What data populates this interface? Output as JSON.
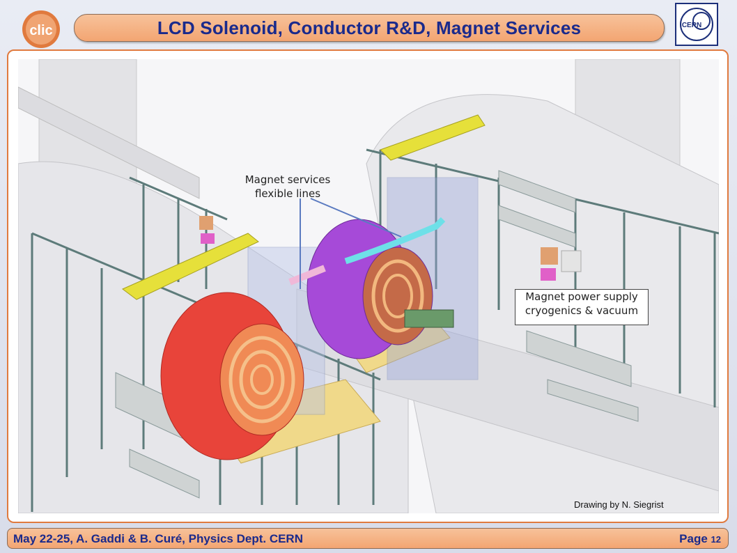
{
  "header": {
    "title": "LCD Solenoid, Conductor R&D, Magnet Services",
    "left_logo": "clic-logo",
    "right_logo_text": "CERN"
  },
  "figure": {
    "callout_services": [
      "Magnet services",
      "flexible lines"
    ],
    "callout_power": [
      "Magnet power supply",
      "cryogenics & vacuum"
    ],
    "credit": "Drawing by N. Siegrist"
  },
  "footer": {
    "left": "May 22-25, A. Gaddi & B. Curé, Physics Dept. CERN",
    "page_label": "Page",
    "page_number": "12"
  },
  "colors": {
    "title_text": "#1a2a8c",
    "bar_fill": "#f3a572",
    "frame_border": "#e07a3e",
    "detector_red": "#e8443a",
    "detector_purple": "#a64ad8",
    "crane_yellow": "#e6e03a"
  }
}
